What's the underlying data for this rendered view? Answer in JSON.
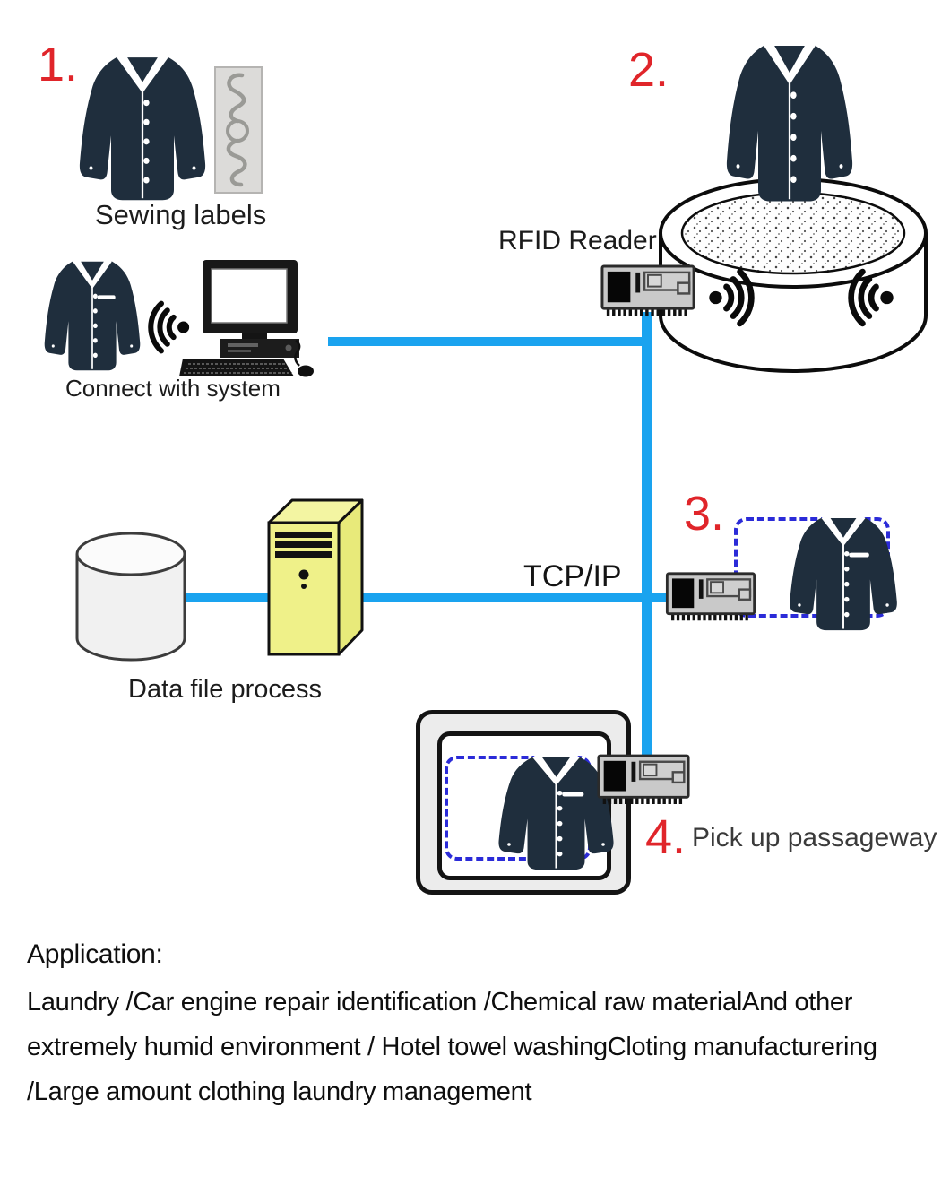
{
  "colors": {
    "line_blue": "#1aa3ef",
    "dashed_blue": "#2b2bd8",
    "step_red": "#e0252a",
    "shirt_navy": "#1f2e3d",
    "server_yellow": "#eff189"
  },
  "steps": {
    "s1": {
      "number": "1.",
      "caption": "Sewing labels"
    },
    "s2": {
      "number": "2.",
      "reader_label": "RFID Reader"
    },
    "s3": {
      "number": "3."
    },
    "s4": {
      "number": "4.",
      "caption": "Pick up passageway"
    }
  },
  "labels": {
    "connect": "Connect with system",
    "protocol": "TCP/IP",
    "data_process": "Data file process"
  },
  "application": {
    "heading": "Application:",
    "line1": "Laundry /Car engine repair identification /Chemical raw materialAnd other",
    "line2": "extremely humid environment / Hotel towel washingCloting manufacturering",
    "line3": "/Large amount clothing laundry management"
  },
  "icons": {
    "shirt": "shirt-icon",
    "rfid_tag": "rfid-tag-icon",
    "signal": "signal-waves-icon",
    "computer": "desktop-computer-icon",
    "reader": "rfid-reader-icon",
    "drum": "washing-drum-icon",
    "database": "database-cylinder-icon",
    "server": "server-tower-icon"
  }
}
